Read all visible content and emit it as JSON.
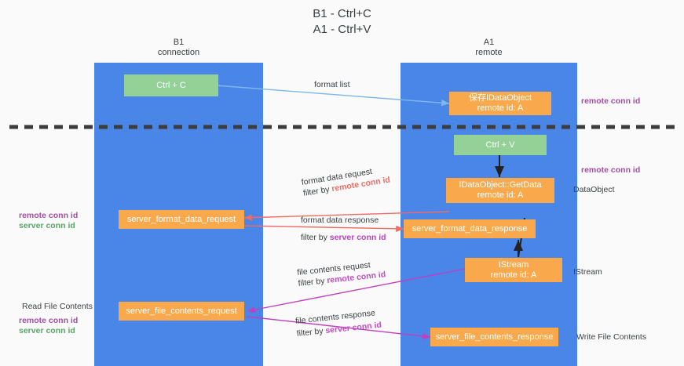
{
  "title": {
    "line1": "B1 - Ctrl+C",
    "line2": "A1 - Ctrl+V"
  },
  "columns": [
    {
      "name": "B1",
      "role": "connection"
    },
    {
      "name": "A1",
      "role": "remote"
    }
  ],
  "nodes": {
    "ctrl_c": {
      "label": "Ctrl + C",
      "color": "#93d197"
    },
    "idataobject_top": {
      "label": "保存IDataObject",
      "sub": "remote id: A",
      "color": "#f9a94b"
    },
    "ctrl_v": {
      "label": "Ctrl + V",
      "color": "#93d197"
    },
    "getdata": {
      "label": "IDataObject::GetData",
      "sub": "remote id: A",
      "color": "#f9a94b"
    },
    "server_format_data_request": {
      "label": "server_format_data_request",
      "color": "#f9a94b"
    },
    "server_format_data_response": {
      "label": "server_format_data_response",
      "color": "#f9a94b"
    },
    "istream": {
      "label": "IStream",
      "sub": "remote id: A",
      "color": "#f9a94b"
    },
    "server_file_contents_request": {
      "label": "server_file_contents_request",
      "color": "#f9a94b"
    },
    "server_file_contents_response": {
      "label": "server_file_contents_response",
      "color": "#f9a94b"
    }
  },
  "edges": {
    "format_list": {
      "label": "format list",
      "color": "#7eb8e8"
    },
    "format_data_request": {
      "label": "format data request",
      "filter_prefix": "filter by ",
      "filter_key": "remote conn id",
      "color": "#ef6b63"
    },
    "format_data_response": {
      "label": "format data response",
      "filter_prefix": "filter by ",
      "filter_key": "server conn id",
      "color": "#ef6b63"
    },
    "file_contents_request": {
      "label": "file contents request",
      "filter_prefix": "filter by ",
      "filter_key": "remote conn id",
      "color": "#bf3fbf"
    },
    "file_contents_response": {
      "label": "file contents response",
      "filter_prefix": "filter by ",
      "filter_key": "server conn id",
      "color": "#bf3fbf"
    }
  },
  "annotations": {
    "right_remote_conn_id_top": "remote conn id",
    "right_remote_conn_id_mid": "remote conn id",
    "right_dataobject": "DataObject",
    "right_istream": "IStream",
    "right_write_file_contents": "Write File Contents",
    "left_remote_conn_id_mid": "remote conn id",
    "left_server_conn_id_mid": "server conn id",
    "left_read_file_contents": "Read File Contents",
    "left_remote_conn_id_bottom": "remote conn id",
    "left_server_conn_id_bottom": "server conn id"
  },
  "colors": {
    "lane": "#4a86e8",
    "green_box": "#93d197",
    "orange_box": "#f9a94b",
    "divider": "#3c3c3c",
    "background": "#fafafa"
  }
}
